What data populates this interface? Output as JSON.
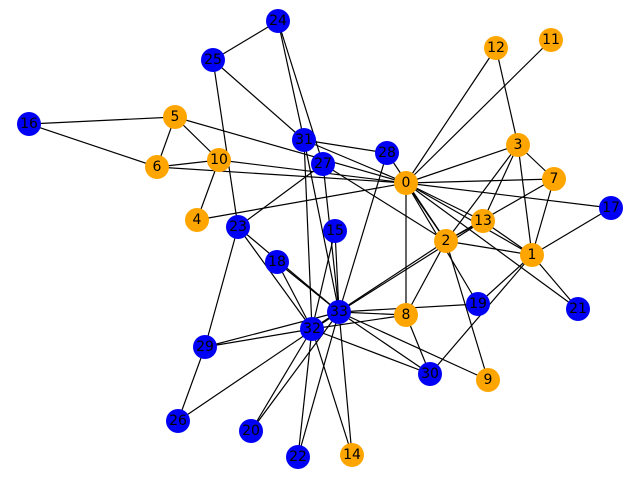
{
  "colors": {
    "group_orange": "#FFA500",
    "group_blue": "#0000F5",
    "edge": "#000000",
    "background": "#FFFFFF"
  },
  "graph": {
    "nodes": [
      {
        "id": "0",
        "label": "0",
        "group": "orange"
      },
      {
        "id": "1",
        "label": "1",
        "group": "orange"
      },
      {
        "id": "2",
        "label": "2",
        "group": "orange"
      },
      {
        "id": "3",
        "label": "3",
        "group": "orange"
      },
      {
        "id": "4",
        "label": "4",
        "group": "orange"
      },
      {
        "id": "5",
        "label": "5",
        "group": "orange"
      },
      {
        "id": "6",
        "label": "6",
        "group": "orange"
      },
      {
        "id": "7",
        "label": "7",
        "group": "orange"
      },
      {
        "id": "8",
        "label": "8",
        "group": "orange"
      },
      {
        "id": "9",
        "label": "9",
        "group": "orange"
      },
      {
        "id": "10",
        "label": "10",
        "group": "orange"
      },
      {
        "id": "11",
        "label": "11",
        "group": "orange"
      },
      {
        "id": "12",
        "label": "12",
        "group": "orange"
      },
      {
        "id": "13",
        "label": "13",
        "group": "orange"
      },
      {
        "id": "14",
        "label": "14",
        "group": "orange"
      },
      {
        "id": "15",
        "label": "15",
        "group": "blue"
      },
      {
        "id": "16",
        "label": "16",
        "group": "blue"
      },
      {
        "id": "17",
        "label": "17",
        "group": "blue"
      },
      {
        "id": "18",
        "label": "18",
        "group": "blue"
      },
      {
        "id": "19",
        "label": "19",
        "group": "blue"
      },
      {
        "id": "20",
        "label": "20",
        "group": "blue"
      },
      {
        "id": "21",
        "label": "21",
        "group": "blue"
      },
      {
        "id": "22",
        "label": "22",
        "group": "blue"
      },
      {
        "id": "23",
        "label": "23",
        "group": "blue"
      },
      {
        "id": "24",
        "label": "24",
        "group": "blue"
      },
      {
        "id": "25",
        "label": "25",
        "group": "blue"
      },
      {
        "id": "26",
        "label": "26",
        "group": "blue"
      },
      {
        "id": "27",
        "label": "27",
        "group": "blue"
      },
      {
        "id": "28",
        "label": "28",
        "group": "blue"
      },
      {
        "id": "29",
        "label": "29",
        "group": "blue"
      },
      {
        "id": "30",
        "label": "30",
        "group": "blue"
      },
      {
        "id": "31",
        "label": "31",
        "group": "blue"
      },
      {
        "id": "32",
        "label": "32",
        "group": "blue"
      },
      {
        "id": "33",
        "label": "33",
        "group": "blue"
      }
    ],
    "edges": [
      [
        "0",
        "1"
      ],
      [
        "0",
        "2"
      ],
      [
        "0",
        "3"
      ],
      [
        "0",
        "4"
      ],
      [
        "0",
        "5"
      ],
      [
        "0",
        "6"
      ],
      [
        "0",
        "7"
      ],
      [
        "0",
        "8"
      ],
      [
        "0",
        "10"
      ],
      [
        "0",
        "11"
      ],
      [
        "0",
        "12"
      ],
      [
        "0",
        "13"
      ],
      [
        "0",
        "17"
      ],
      [
        "0",
        "19"
      ],
      [
        "0",
        "21"
      ],
      [
        "0",
        "31"
      ],
      [
        "1",
        "2"
      ],
      [
        "1",
        "3"
      ],
      [
        "1",
        "7"
      ],
      [
        "1",
        "13"
      ],
      [
        "1",
        "17"
      ],
      [
        "1",
        "19"
      ],
      [
        "1",
        "21"
      ],
      [
        "1",
        "30"
      ],
      [
        "2",
        "3"
      ],
      [
        "2",
        "7"
      ],
      [
        "2",
        "8"
      ],
      [
        "2",
        "9"
      ],
      [
        "2",
        "13"
      ],
      [
        "2",
        "27"
      ],
      [
        "2",
        "28"
      ],
      [
        "2",
        "32"
      ],
      [
        "3",
        "7"
      ],
      [
        "3",
        "12"
      ],
      [
        "3",
        "13"
      ],
      [
        "4",
        "10"
      ],
      [
        "5",
        "6"
      ],
      [
        "5",
        "10"
      ],
      [
        "5",
        "16"
      ],
      [
        "6",
        "10"
      ],
      [
        "6",
        "16"
      ],
      [
        "8",
        "30"
      ],
      [
        "8",
        "32"
      ],
      [
        "8",
        "33"
      ],
      [
        "9",
        "33"
      ],
      [
        "13",
        "33"
      ],
      [
        "14",
        "32"
      ],
      [
        "14",
        "33"
      ],
      [
        "15",
        "32"
      ],
      [
        "15",
        "33"
      ],
      [
        "18",
        "32"
      ],
      [
        "18",
        "33"
      ],
      [
        "19",
        "33"
      ],
      [
        "20",
        "32"
      ],
      [
        "20",
        "33"
      ],
      [
        "22",
        "32"
      ],
      [
        "22",
        "33"
      ],
      [
        "23",
        "25"
      ],
      [
        "23",
        "27"
      ],
      [
        "23",
        "29"
      ],
      [
        "23",
        "32"
      ],
      [
        "23",
        "33"
      ],
      [
        "24",
        "25"
      ],
      [
        "24",
        "27"
      ],
      [
        "24",
        "31"
      ],
      [
        "25",
        "31"
      ],
      [
        "26",
        "29"
      ],
      [
        "26",
        "33"
      ],
      [
        "27",
        "33"
      ],
      [
        "28",
        "31"
      ],
      [
        "28",
        "33"
      ],
      [
        "29",
        "32"
      ],
      [
        "29",
        "33"
      ],
      [
        "30",
        "32"
      ],
      [
        "30",
        "33"
      ],
      [
        "31",
        "32"
      ],
      [
        "31",
        "33"
      ],
      [
        "32",
        "33"
      ]
    ]
  }
}
